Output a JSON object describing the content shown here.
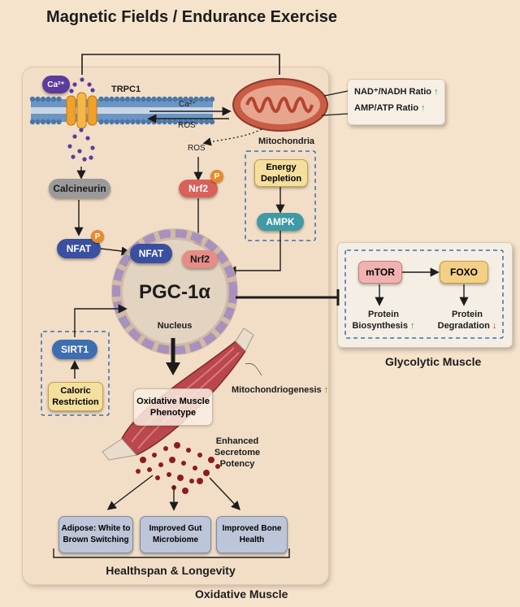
{
  "title": "Magnetic Fields / Endurance Exercise",
  "membrane": {
    "ion": "Ca²⁺",
    "channel": "TRPC1",
    "signal_ca": "Ca²⁺",
    "signal_ros": "ROS"
  },
  "mitochondria": {
    "label": "Mitochondria",
    "ros_label": "ROS",
    "ratios": [
      {
        "text": "NAD⁺/NADH Ratio",
        "arrow": "↑"
      },
      {
        "text": "AMP/ATP Ratio",
        "arrow": "↑"
      }
    ]
  },
  "energy": {
    "depletion": "Energy Depletion",
    "ampk": "AMPK"
  },
  "pathway": {
    "calcineurin": "Calcineurin",
    "nfat": "NFAT",
    "nfat_nucleus": "NFAT",
    "nrf2": "Nrf2",
    "nrf2_nucleus": "Nrf2",
    "phospho": "P"
  },
  "nucleus": {
    "pgc": "PGC-1α",
    "label": "Nucleus"
  },
  "sirt": {
    "sirt1": "SIRT1",
    "caloric": "Caloric Restriction"
  },
  "glycolytic": {
    "mtor": "mTOR",
    "foxo": "FOXO",
    "protein_bio": "Protein Biosynthesis",
    "protein_bio_arrow": "↑",
    "protein_deg": "Protein Degradation",
    "protein_deg_arrow": "↓",
    "label": "Glycolytic Muscle"
  },
  "muscle": {
    "phenotype": "Oxidative Muscle Phenotype",
    "mitochondriogenesis": "Mitochondriogenesis",
    "mito_arrow": "↑",
    "secretome": "Enhanced Secretome Potency"
  },
  "outcomes": [
    "Adipose: White to Brown Switching",
    "Improved Gut Microbiome",
    "Improved Bone Health"
  ],
  "healthspan": "Healthspan & Longevity",
  "footer": "Oxidative Muscle",
  "colors": {
    "background": "#f6e3cc",
    "panel": "#f2dec6",
    "nfat": "#3b4fa0",
    "nrf2": "#d8625a",
    "ampk": "#3f9aa5",
    "calcineurin": "#9a9a9a",
    "mtor": "#f2b3b0",
    "foxo": "#f4cf86",
    "dashed": "#3d6fb0"
  }
}
